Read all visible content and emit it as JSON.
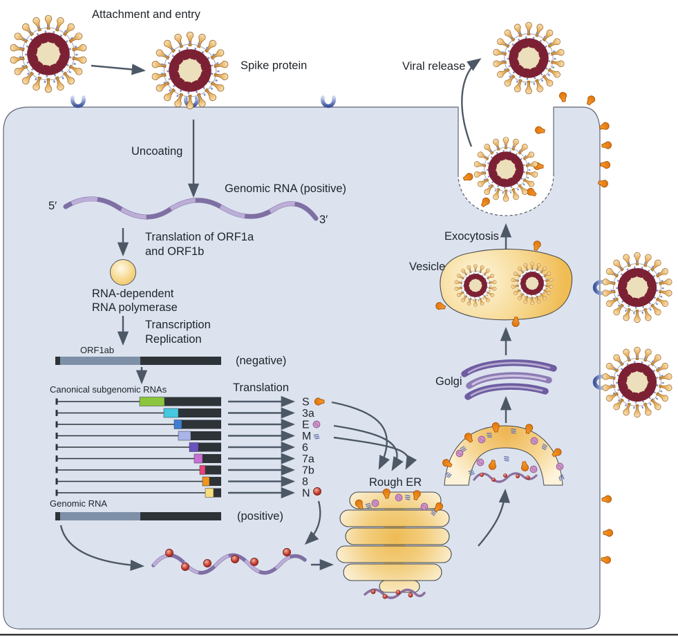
{
  "labels": {
    "attachment_entry": "Attachment and entry",
    "spike_protein": "Spike protein",
    "viral_release": "Viral release",
    "uncoating": "Uncoating",
    "genomic_rna_positive": "Genomic RNA (positive)",
    "five_prime": "5′",
    "three_prime": "3′",
    "translation_orf_line1": "Translation of ORF1a",
    "translation_orf_line2": "and ORF1b",
    "rdrp_line1": "RNA-dependent",
    "rdrp_line2": "RNA polymerase",
    "transcription": "Transcription",
    "replication": "Replication",
    "orf1ab": "ORF1ab",
    "negative": "(negative)",
    "canonical_subgenomic": "Canonical subgenomic RNAs",
    "translation": "Translation",
    "genomic_rna": "Genomic RNA",
    "positive": "(positive)",
    "rough_er": "Rough ER",
    "golgi": "Golgi",
    "vesicle": "Vesicle",
    "exocytosis": "Exocytosis"
  },
  "subgenomic_rnas": [
    {
      "label": "S",
      "color": "#8cc63e"
    },
    {
      "label": "3a",
      "color": "#45c8e0"
    },
    {
      "label": "E",
      "color": "#3f7fd2"
    },
    {
      "label": "M",
      "color": "#a9b5e7"
    },
    {
      "label": "6",
      "color": "#6b52c0"
    },
    {
      "label": "7a",
      "color": "#c96fd6"
    },
    {
      "label": "7b",
      "color": "#e8447a"
    },
    {
      "label": "8",
      "color": "#f0941f"
    },
    {
      "label": "N",
      "color": "#f7dc7c"
    }
  ],
  "colors": {
    "cell_fill": "#dce3ef",
    "membrane_outline": "#5f6673",
    "arrow": "#4d5866",
    "spike_orange": "#ef8d1e",
    "virion_spike_gold": "#e6b06b",
    "nucleocapsid_maroon": "#7c2134",
    "rna_purple": "#7f6fa3",
    "n_protein_red": "#c23b2b",
    "rdrp_yellow": "#f5d98d",
    "golgi_purple": "#6e5da0",
    "vesicle_yellow": "#f2c25c",
    "er_cream": "#fdf7e6",
    "receptor_blue": "#5b74b2",
    "genome_bar_dark": "#2e3338",
    "genome_bar_gray": "#7e90a8"
  }
}
